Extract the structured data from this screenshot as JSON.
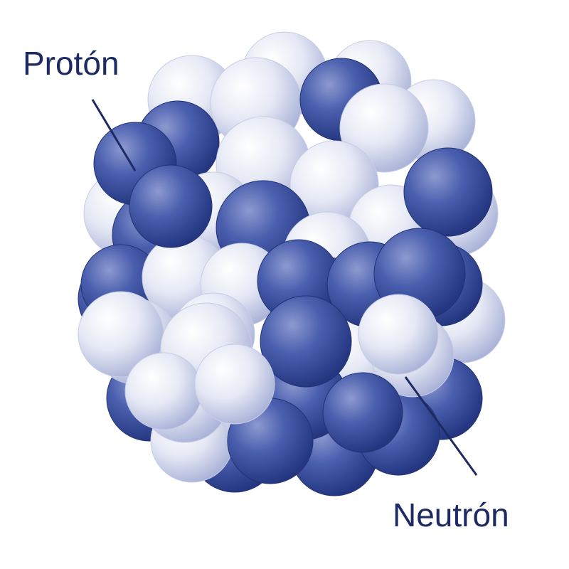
{
  "labels": {
    "proton": "Protón",
    "neutron": "Neutrón"
  },
  "colors": {
    "proton": "#3a4e9c",
    "neutron": "#dfe3f3",
    "label_text": "#1d2a63",
    "pointer_line": "#1d2a63",
    "background": "#ffffff"
  },
  "particles": {
    "proton_count": 24,
    "neutron_count": 28
  }
}
